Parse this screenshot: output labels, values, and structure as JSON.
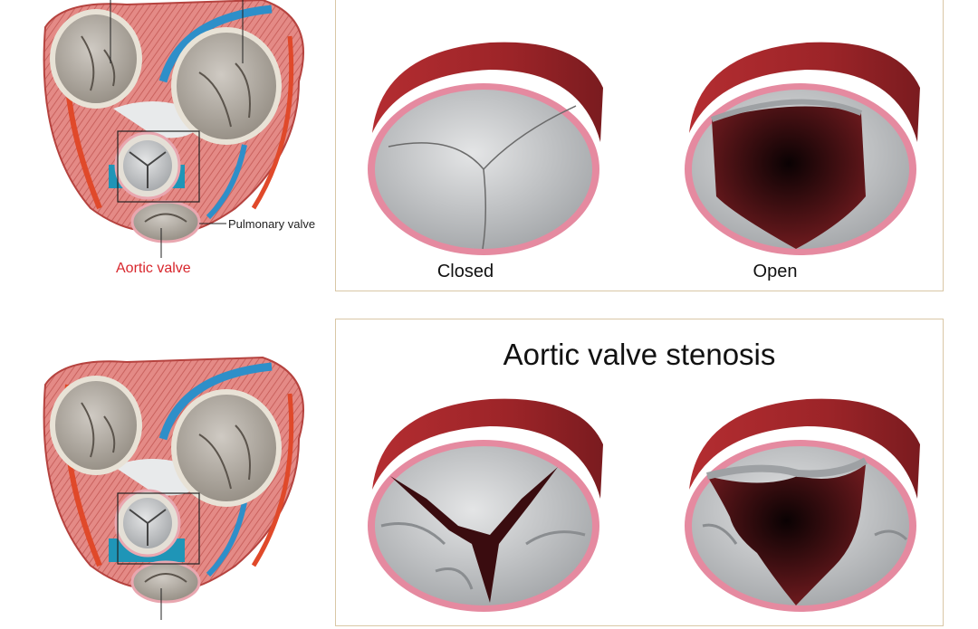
{
  "top": {
    "heart_labels": {
      "aortic": "Aortic valve",
      "pulmonary": "Pulmonary valve"
    },
    "panel": {
      "captions": {
        "closed": "Closed",
        "open": "Open"
      }
    }
  },
  "bottom": {
    "panel": {
      "title": "Aortic valve stenosis"
    }
  },
  "colors": {
    "panel_border": "#d9c7a6",
    "aorta_wall": "#a8282c",
    "ring": "#e58aa0",
    "leaflet": "#c9cbcd",
    "lumen": "#2a0a0c",
    "label_red": "#d8262c"
  }
}
